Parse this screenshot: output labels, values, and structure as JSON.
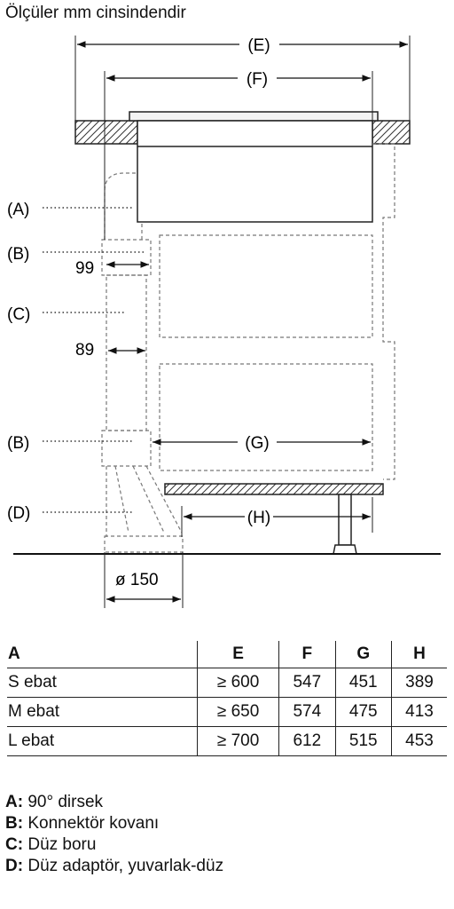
{
  "title": "Ölçüler mm cinsindendir",
  "labels": {
    "A": "(A)",
    "B": "(B)",
    "C": "(C)",
    "D": "(D)",
    "E": "(E)",
    "F": "(F)",
    "G": "(G)",
    "H": "(H)"
  },
  "dimensions": {
    "d99": "99",
    "d89": "89",
    "diameter": "ø 150"
  },
  "table": {
    "headers": [
      "A",
      "E",
      "F",
      "G",
      "H"
    ],
    "rows": [
      [
        "S ebat",
        "≥ 600",
        "547",
        "451",
        "389"
      ],
      [
        "M ebat",
        "≥ 650",
        "574",
        "475",
        "413"
      ],
      [
        "L ebat",
        "≥ 700",
        "612",
        "515",
        "453"
      ]
    ]
  },
  "legend": [
    {
      "key": "A:",
      "text": "90° dirsek"
    },
    {
      "key": "B:",
      "text": "Konnektör kovanı"
    },
    {
      "key": "C:",
      "text": "Düz boru"
    },
    {
      "key": "D:",
      "text": "Düz adaptör, yuvarlak-düz"
    }
  ]
}
